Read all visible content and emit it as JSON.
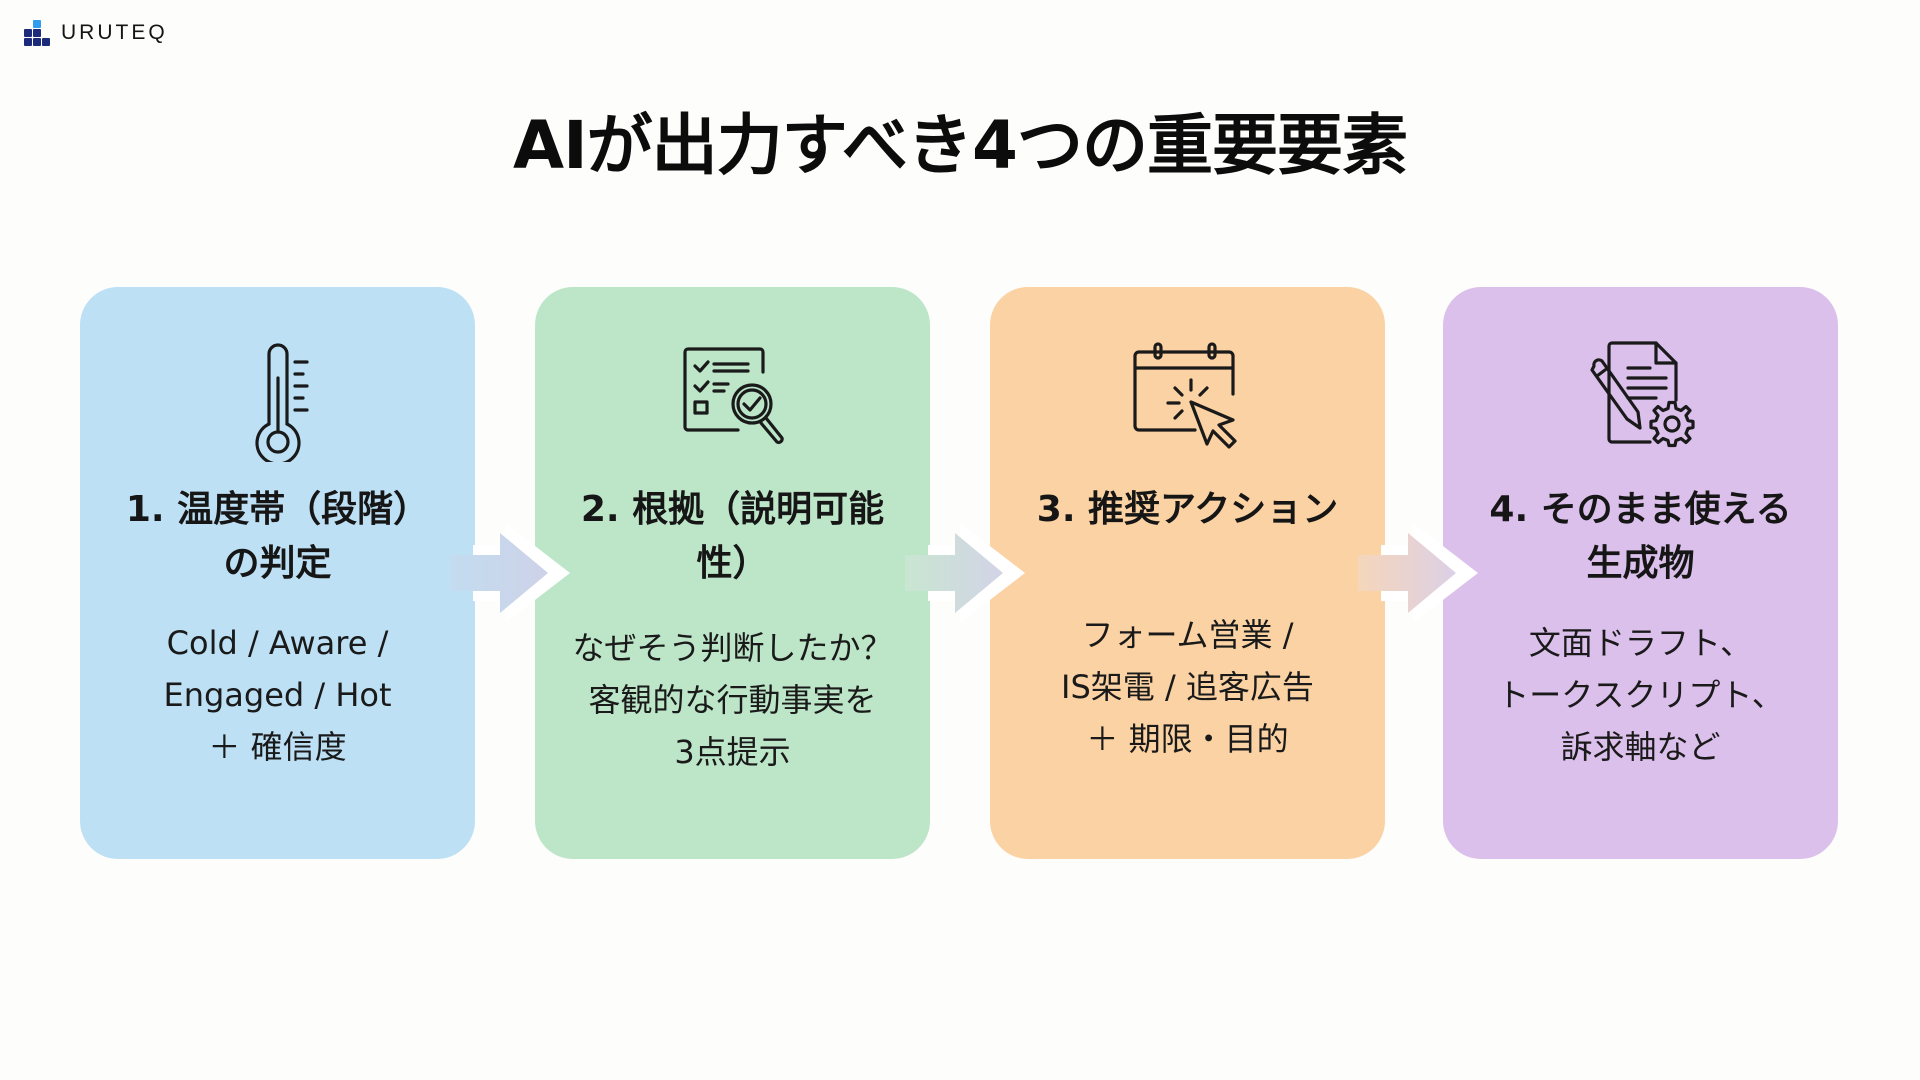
{
  "brand": {
    "name": "URUTEQ",
    "icon": "staircase-blocks-logo",
    "colors": {
      "dark": "#1b2a7a",
      "light": "#2f9cf0"
    }
  },
  "title": "AIが出力すべき4つの重要要素",
  "cards": [
    {
      "icon": "thermometer-icon",
      "color": "#bde0f5",
      "heading": [
        "1. 温度帯（段階）",
        "の判定"
      ],
      "body": [
        "Cold / Aware /",
        "Engaged / Hot",
        "＋ 確信度"
      ]
    },
    {
      "icon": "checklist-magnifier-icon",
      "color": "#bde6c9",
      "heading": [
        "2. 根拠（説明可能",
        "性）"
      ],
      "body": [
        "なぜそう判断したか？",
        "客観的な行動事実を",
        "3点提示"
      ]
    },
    {
      "icon": "calendar-click-icon",
      "color": "#fbd2a3",
      "heading": [
        "3. 推奨アクション"
      ],
      "body": [
        "フォーム営業 /",
        "IS架電 / 追客広告",
        "＋ 期限・目的"
      ]
    },
    {
      "icon": "document-pencil-gear-icon",
      "color": "#dcc0ec",
      "heading": [
        "4. そのまま使える",
        "生成物"
      ],
      "body": [
        "文面ドラフト、",
        "トークスクリプト、",
        "訴求軸など"
      ]
    }
  ],
  "arrows": [
    {
      "icon": "arrow-right-icon",
      "from": "#c3dcef",
      "to": "#cdd2e8"
    },
    {
      "icon": "arrow-right-icon",
      "from": "#c9e6d2",
      "to": "#d2d3e6"
    },
    {
      "icon": "arrow-right-icon",
      "from": "#f5d6bb",
      "to": "#dcd0e6"
    }
  ]
}
